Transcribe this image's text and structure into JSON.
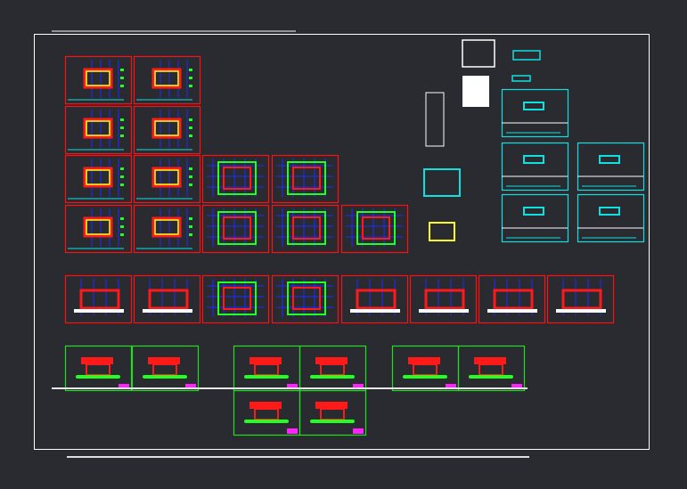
{
  "colors": {
    "background": "#2a2a31",
    "frame": "#ffffff",
    "sheet_red": "#ff1010",
    "sheet_green": "#22dd22",
    "sheet_cyan": "#10e0e0",
    "wall_red": "#ff1a1a",
    "grid_blue": "#1a2cff",
    "fill_yellow": "#ffff22",
    "dim_green": "#22ff22",
    "magenta": "#ff22ff"
  },
  "drawing": {
    "plan_sheets": 13,
    "elevation_sheets": 8,
    "section_sheets": 8,
    "detail_sheets": 5
  }
}
